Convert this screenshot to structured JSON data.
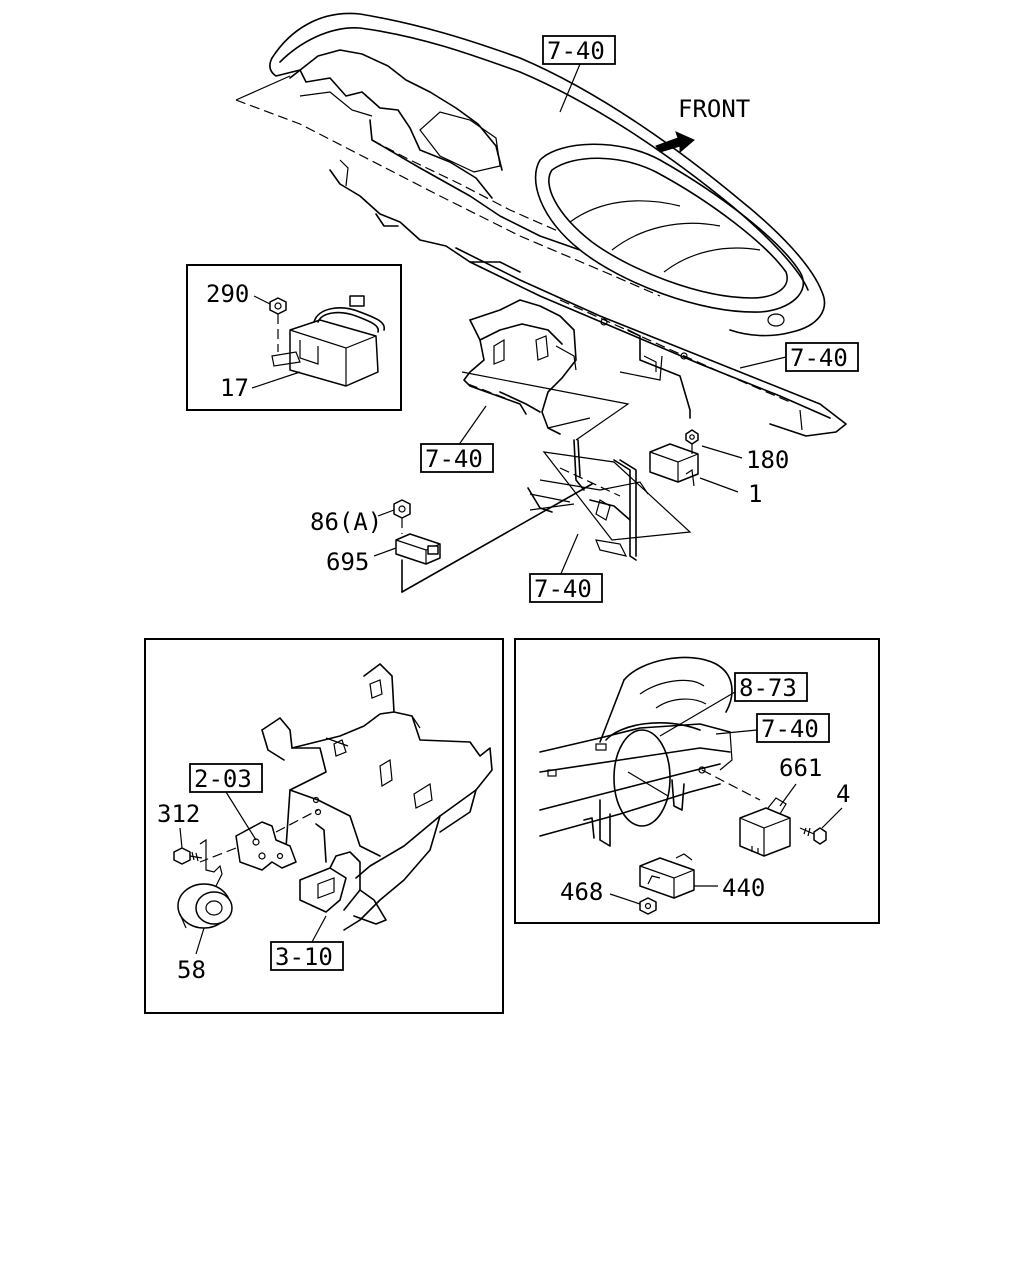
{
  "orientation_label": "FRONT",
  "refs": {
    "dash_top": "7-40",
    "dash_right": "7-40",
    "bracket_left": "7-40",
    "bracket_bottom": "7-40",
    "horn_bracket": "2-03",
    "frame_rail": "3-10",
    "right_upper": "8-73",
    "right_lower": "7-40"
  },
  "parts": {
    "p290": "290",
    "p17": "17",
    "p180": "180",
    "p1": "1",
    "p86a": "86(A)",
    "p695": "695",
    "p312": "312",
    "p58": "58",
    "p661": "661",
    "p4": "4",
    "p468": "468",
    "p440": "440"
  },
  "icons": [
    "front-arrow-icon"
  ]
}
